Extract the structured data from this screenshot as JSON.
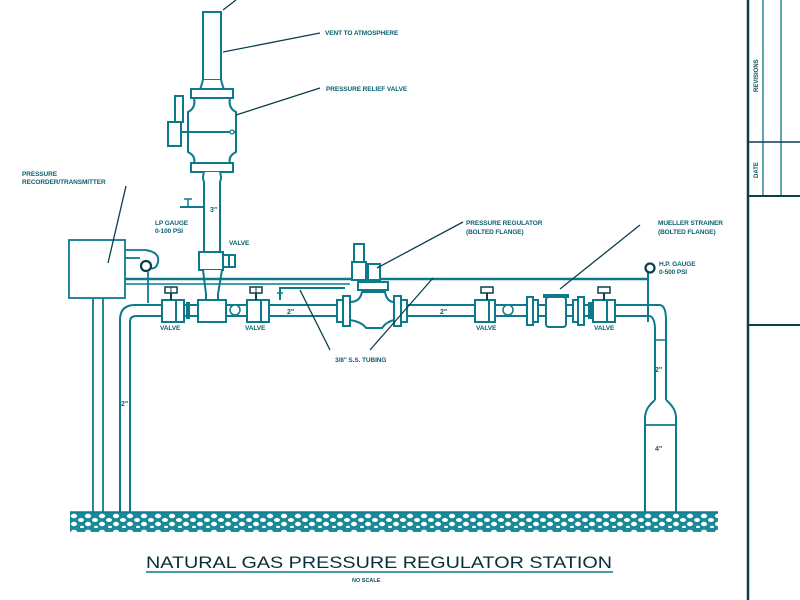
{
  "drawing": {
    "title": "NATURAL GAS PRESSURE REGULATOR STATION",
    "scale_note": "NO SCALE",
    "line_color": "#0d7a8c",
    "text_color": "#0b2f3a"
  },
  "callouts": {
    "vent": "VENT TO ATMOSPHERE",
    "relief_valve": "PRESSURE RELIEF VALVE",
    "recorder_line1": "PRESSURE",
    "recorder_line2": "RECORDER/TRANSMITTER",
    "lp_gauge_line1": "LP GAUGE",
    "lp_gauge_line2": "0-100 PSI",
    "regulator_line1": "PRESSURE REGULATOR",
    "regulator_line2": "(BOLTED FLANGE)",
    "strainer_line1": "MUELLER STRAINER",
    "strainer_line2": "(BOLTED FLANGE)",
    "hp_gauge_line1": "H.P. GAUGE",
    "hp_gauge_line2": "0-500 PSI",
    "tubing": "3/8\" S.S. TUBING",
    "riser_valve": "VALVE",
    "valves": [
      "VALVE",
      "VALVE",
      "VALVE",
      "VALVE"
    ]
  },
  "dimensions": {
    "riser_size": "3\"",
    "line_size_left": "2\"",
    "line_size_right": "2\"",
    "left_support_size": "2\"",
    "right_riser_upper": "2\"",
    "right_riser_lower": "4\""
  },
  "title_block": {
    "revisions_label": "REVISIONS",
    "date_label": "DATE"
  }
}
